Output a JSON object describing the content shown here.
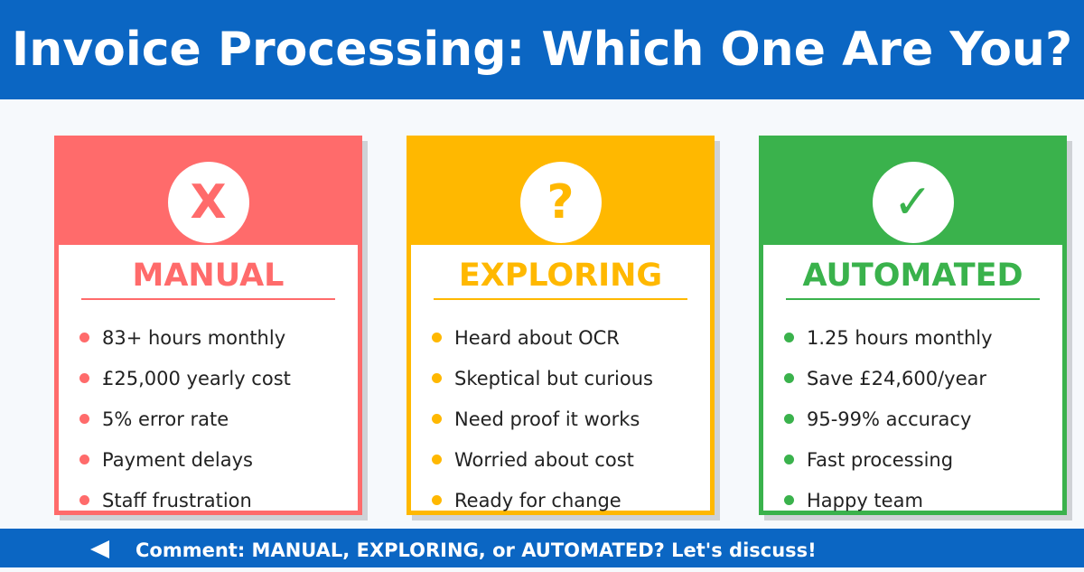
{
  "title": "Invoice Processing: Which One Are You?",
  "cards": [
    {
      "icon": "X",
      "icon_name": "x-icon",
      "title": "MANUAL",
      "color": "#ff6b6b",
      "items": [
        "83+ hours monthly",
        "£25,000 yearly cost",
        "5% error rate",
        "Payment delays",
        "Staff frustration"
      ]
    },
    {
      "icon": "?",
      "icon_name": "question-icon",
      "title": "EXPLORING",
      "color": "#ffb800",
      "items": [
        "Heard about OCR",
        "Skeptical but curious",
        "Need proof it works",
        "Worried about cost",
        "Ready for change"
      ]
    },
    {
      "icon": "✓",
      "icon_name": "check-icon",
      "title": "AUTOMATED",
      "color": "#3ab24c",
      "items": [
        "1.25 hours monthly",
        "Save £24,600/year",
        "95-99% accuracy",
        "Fast processing",
        "Happy team"
      ]
    }
  ],
  "footer": {
    "text": "Comment: MANUAL, EXPLORING, or AUTOMATED? Let's discuss!"
  }
}
